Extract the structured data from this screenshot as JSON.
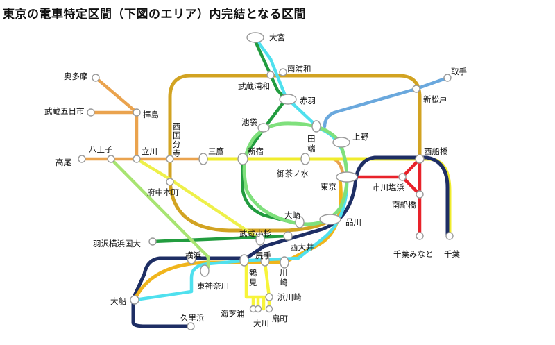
{
  "title": "東京の電車特定区間（下図のエリア）内完結となる区間",
  "colors": {
    "chuo": "#eaa34e",
    "musashino": "#d2a322",
    "yamanote": "#7fe07c",
    "saikyo": "#229c3f",
    "keihin": "#4fe0ee",
    "sobu": "#f0ec2d",
    "joban": "#6aa8dd",
    "keiyo": "#e8222a",
    "yokosuka": "#1e2e64",
    "nambu": "#eef04a",
    "yokohama": "#a8e472",
    "tsurumi": "#f7f43a",
    "tokaido": "#f0b51c"
  },
  "stations": [
    {
      "id": "omiya",
      "label": "大宮"
    },
    {
      "id": "minamiurawa",
      "label": "南浦和"
    },
    {
      "id": "musashiurawa",
      "label": "武蔵浦和"
    },
    {
      "id": "akabane",
      "label": "赤羽"
    },
    {
      "id": "toride",
      "label": "取手"
    },
    {
      "id": "shinmatsudo",
      "label": "新松戸"
    },
    {
      "id": "okutama",
      "label": "奥多摩"
    },
    {
      "id": "musashiitsukaichi",
      "label": "武蔵五日市"
    },
    {
      "id": "haijima",
      "label": "拝島"
    },
    {
      "id": "nishikokubunji",
      "label": "西国分寺"
    },
    {
      "id": "ikebukuro",
      "label": "池袋"
    },
    {
      "id": "tabata",
      "label": "田端"
    },
    {
      "id": "ueno",
      "label": "上野"
    },
    {
      "id": "takao",
      "label": "高尾"
    },
    {
      "id": "hachioji",
      "label": "八王子"
    },
    {
      "id": "tachikawa",
      "label": "立川"
    },
    {
      "id": "mitaka",
      "label": "三鷹"
    },
    {
      "id": "shinjuku",
      "label": "新宿"
    },
    {
      "id": "ochanomizu",
      "label": "御茶ノ水"
    },
    {
      "id": "nishifunabashi",
      "label": "西船橋"
    },
    {
      "id": "tokyo",
      "label": "東京"
    },
    {
      "id": "ichikawashiohama",
      "label": "市川塩浜"
    },
    {
      "id": "minamifunabashi",
      "label": "南船橋"
    },
    {
      "id": "fuchuhommachi",
      "label": "府中本町"
    },
    {
      "id": "osaki",
      "label": "大崎"
    },
    {
      "id": "shinagawa",
      "label": "品川"
    },
    {
      "id": "musashikosugi",
      "label": "武蔵小杉"
    },
    {
      "id": "haijimayokohama",
      "label": "羽沢横浜国大"
    },
    {
      "id": "nishioi",
      "label": "西大井"
    },
    {
      "id": "chibaminato",
      "label": "千葉みなと"
    },
    {
      "id": "chiba",
      "label": "千葉"
    },
    {
      "id": "yokohama",
      "label": "横浜"
    },
    {
      "id": "shiriteku",
      "label": "尻手"
    },
    {
      "id": "tsurumi",
      "label": "鶴見"
    },
    {
      "id": "kawasaki",
      "label": "川崎"
    },
    {
      "id": "higashikanagawa",
      "label": "東神奈川"
    },
    {
      "id": "hamakawasaki",
      "label": "浜川崎"
    },
    {
      "id": "ofuna",
      "label": "大船"
    },
    {
      "id": "umishibaura",
      "label": "海芝浦"
    },
    {
      "id": "okawa",
      "label": "大川"
    },
    {
      "id": "ogimachi",
      "label": "扇町"
    },
    {
      "id": "kurihama",
      "label": "久里浜"
    }
  ]
}
